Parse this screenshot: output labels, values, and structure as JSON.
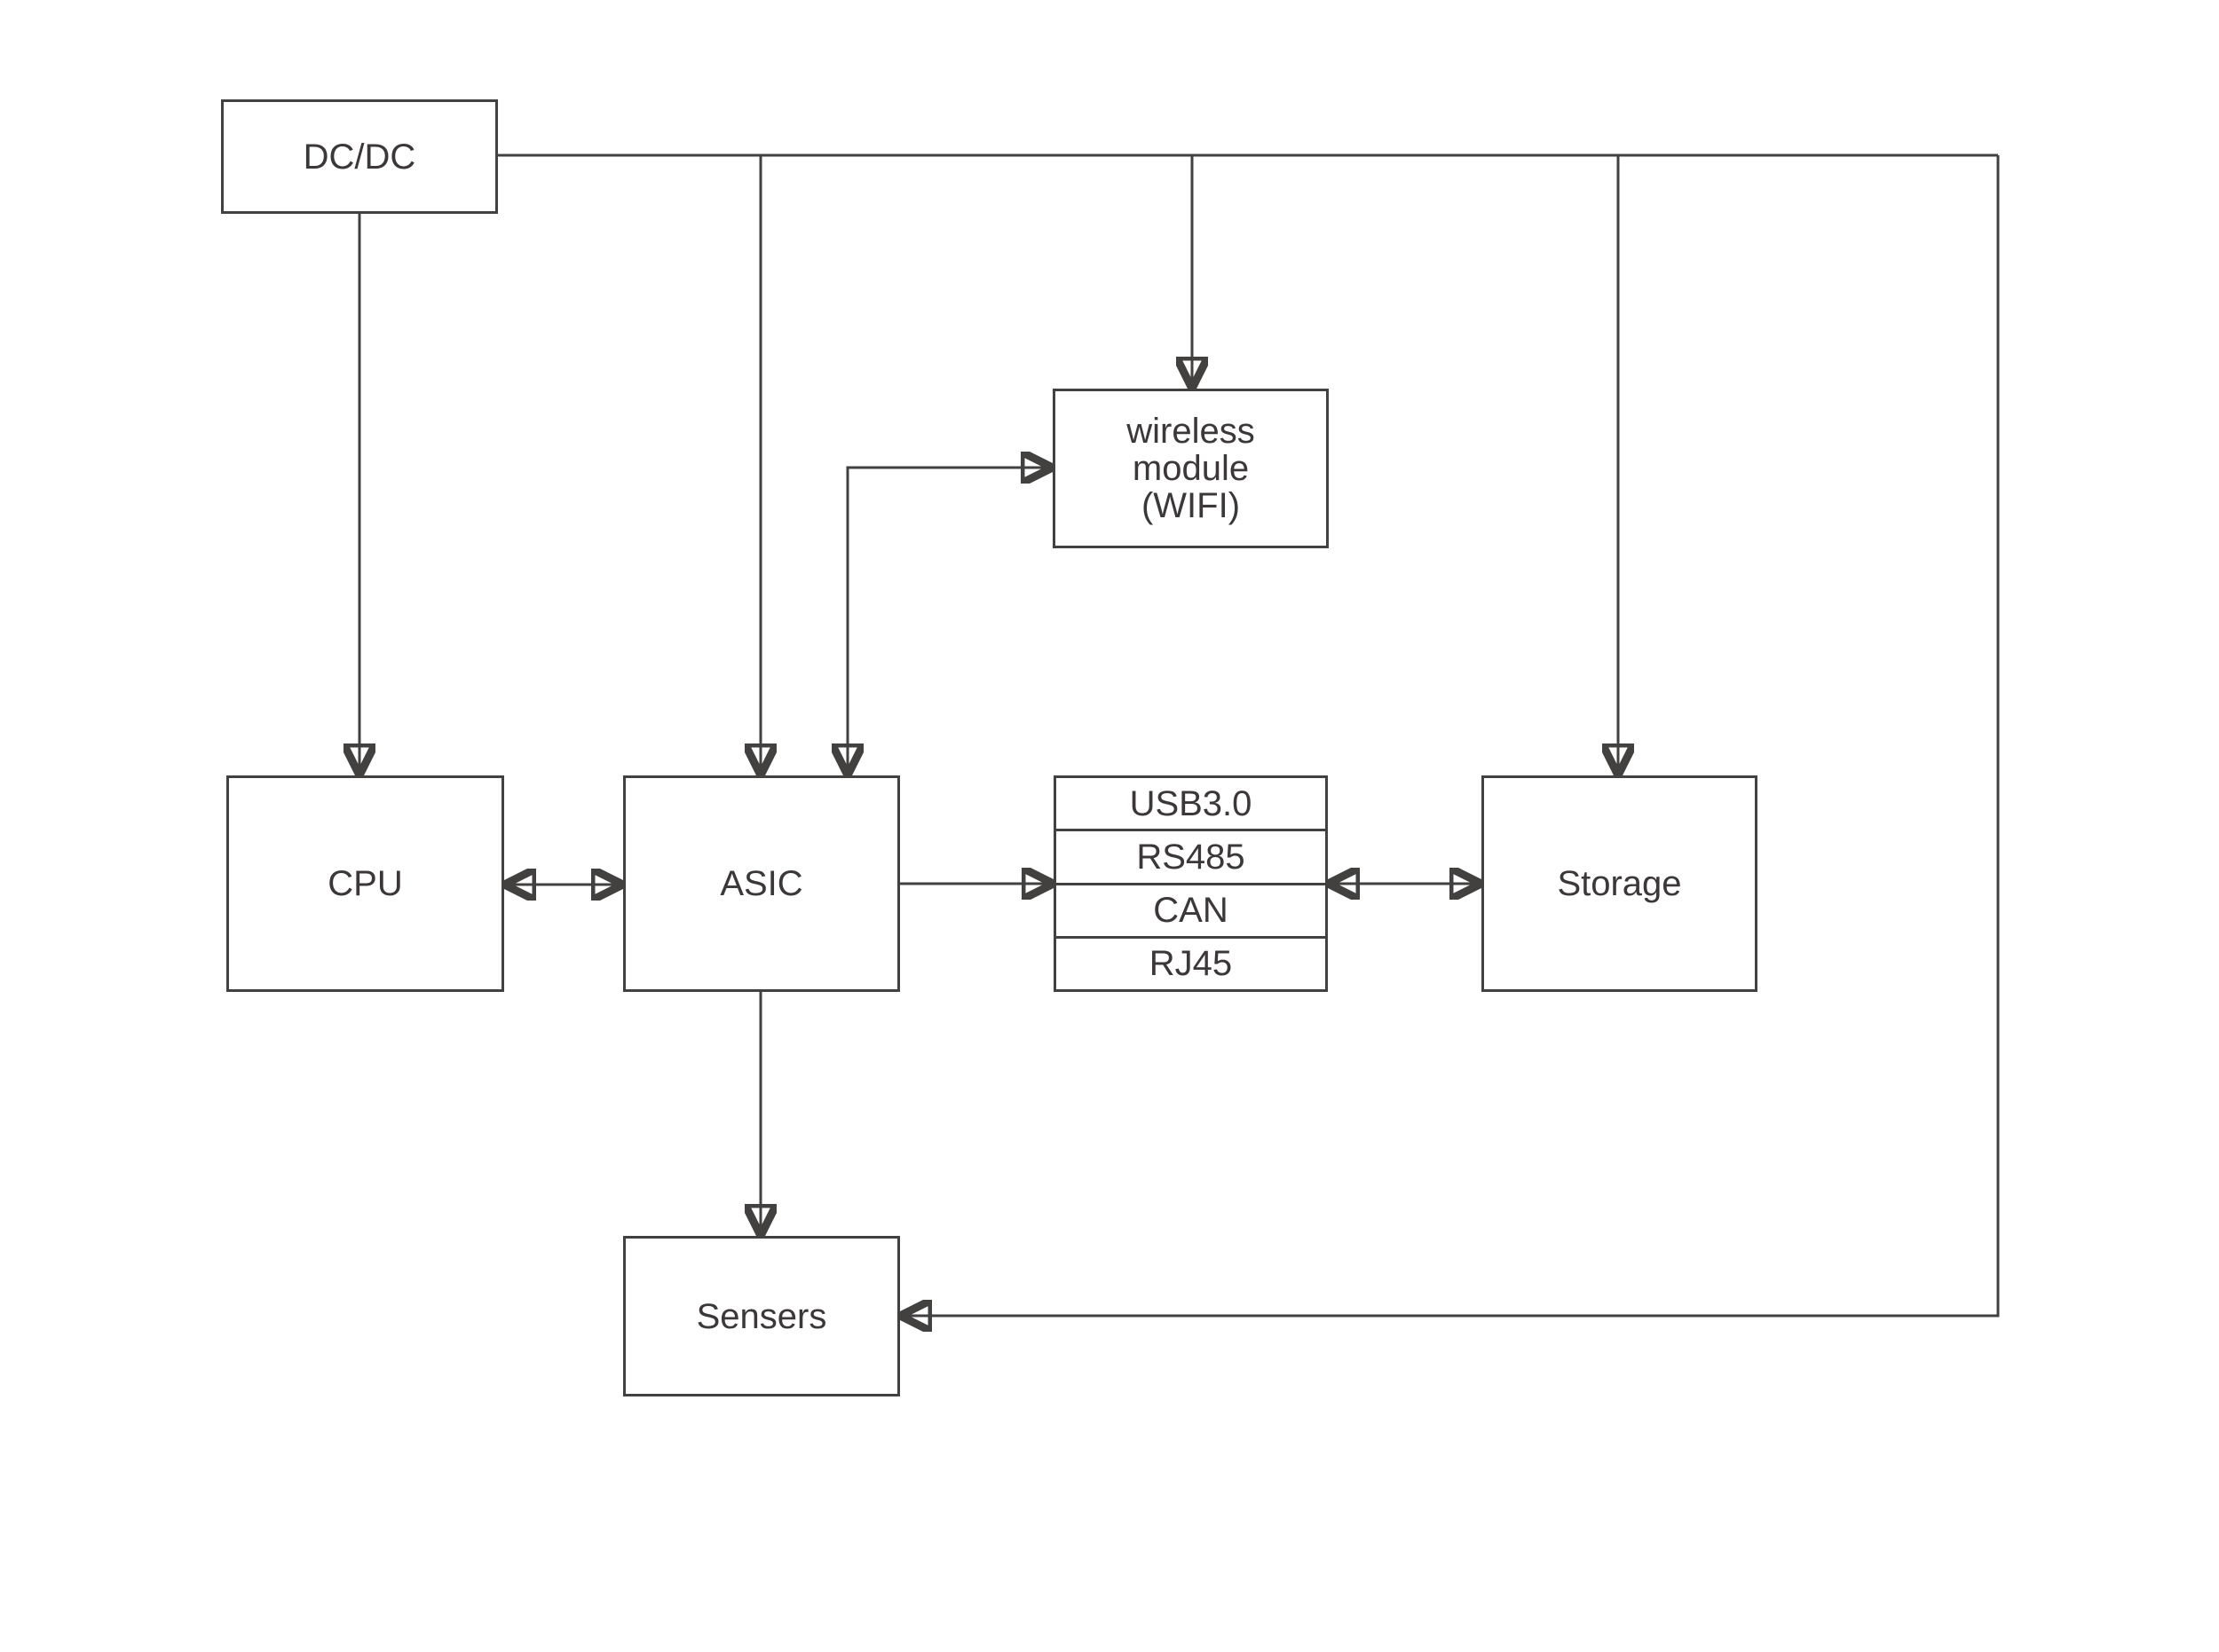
{
  "diagram": {
    "background_color": "#ffffff",
    "line_color": "#434040",
    "text_color": "#3c3839",
    "nodes": {
      "dcdc": {
        "label": "DC/DC"
      },
      "wireless_module": {
        "lines": [
          "wireless",
          "module",
          "(WIFI)"
        ]
      },
      "cpu": {
        "label": "CPU"
      },
      "asic": {
        "label": "ASIC"
      },
      "interfaces": {
        "rows": [
          "USB3.0",
          "RS485",
          "CAN",
          "RJ45"
        ]
      },
      "storage": {
        "label": "Storage"
      },
      "sensers": {
        "label": "Sensers"
      }
    },
    "edges": [
      {
        "from": "DC/DC",
        "to": "CPU",
        "type": "arrow"
      },
      {
        "from": "DC/DC",
        "to": "ASIC",
        "type": "arrow"
      },
      {
        "from": "DC/DC",
        "to": "wireless module (WIFI)",
        "type": "arrow"
      },
      {
        "from": "DC/DC",
        "to": "Storage",
        "type": "arrow"
      },
      {
        "from": "DC/DC",
        "to": "Sensers",
        "type": "arrow"
      },
      {
        "from": "CPU",
        "to": "ASIC",
        "type": "double-arrow"
      },
      {
        "from": "ASIC",
        "to": "wireless module (WIFI)",
        "type": "double-arrow"
      },
      {
        "from": "ASIC",
        "to": "interfaces",
        "type": "arrow"
      },
      {
        "from": "interfaces",
        "to": "Storage",
        "type": "double-arrow"
      },
      {
        "from": "ASIC",
        "to": "Sensers",
        "type": "arrow"
      }
    ]
  }
}
